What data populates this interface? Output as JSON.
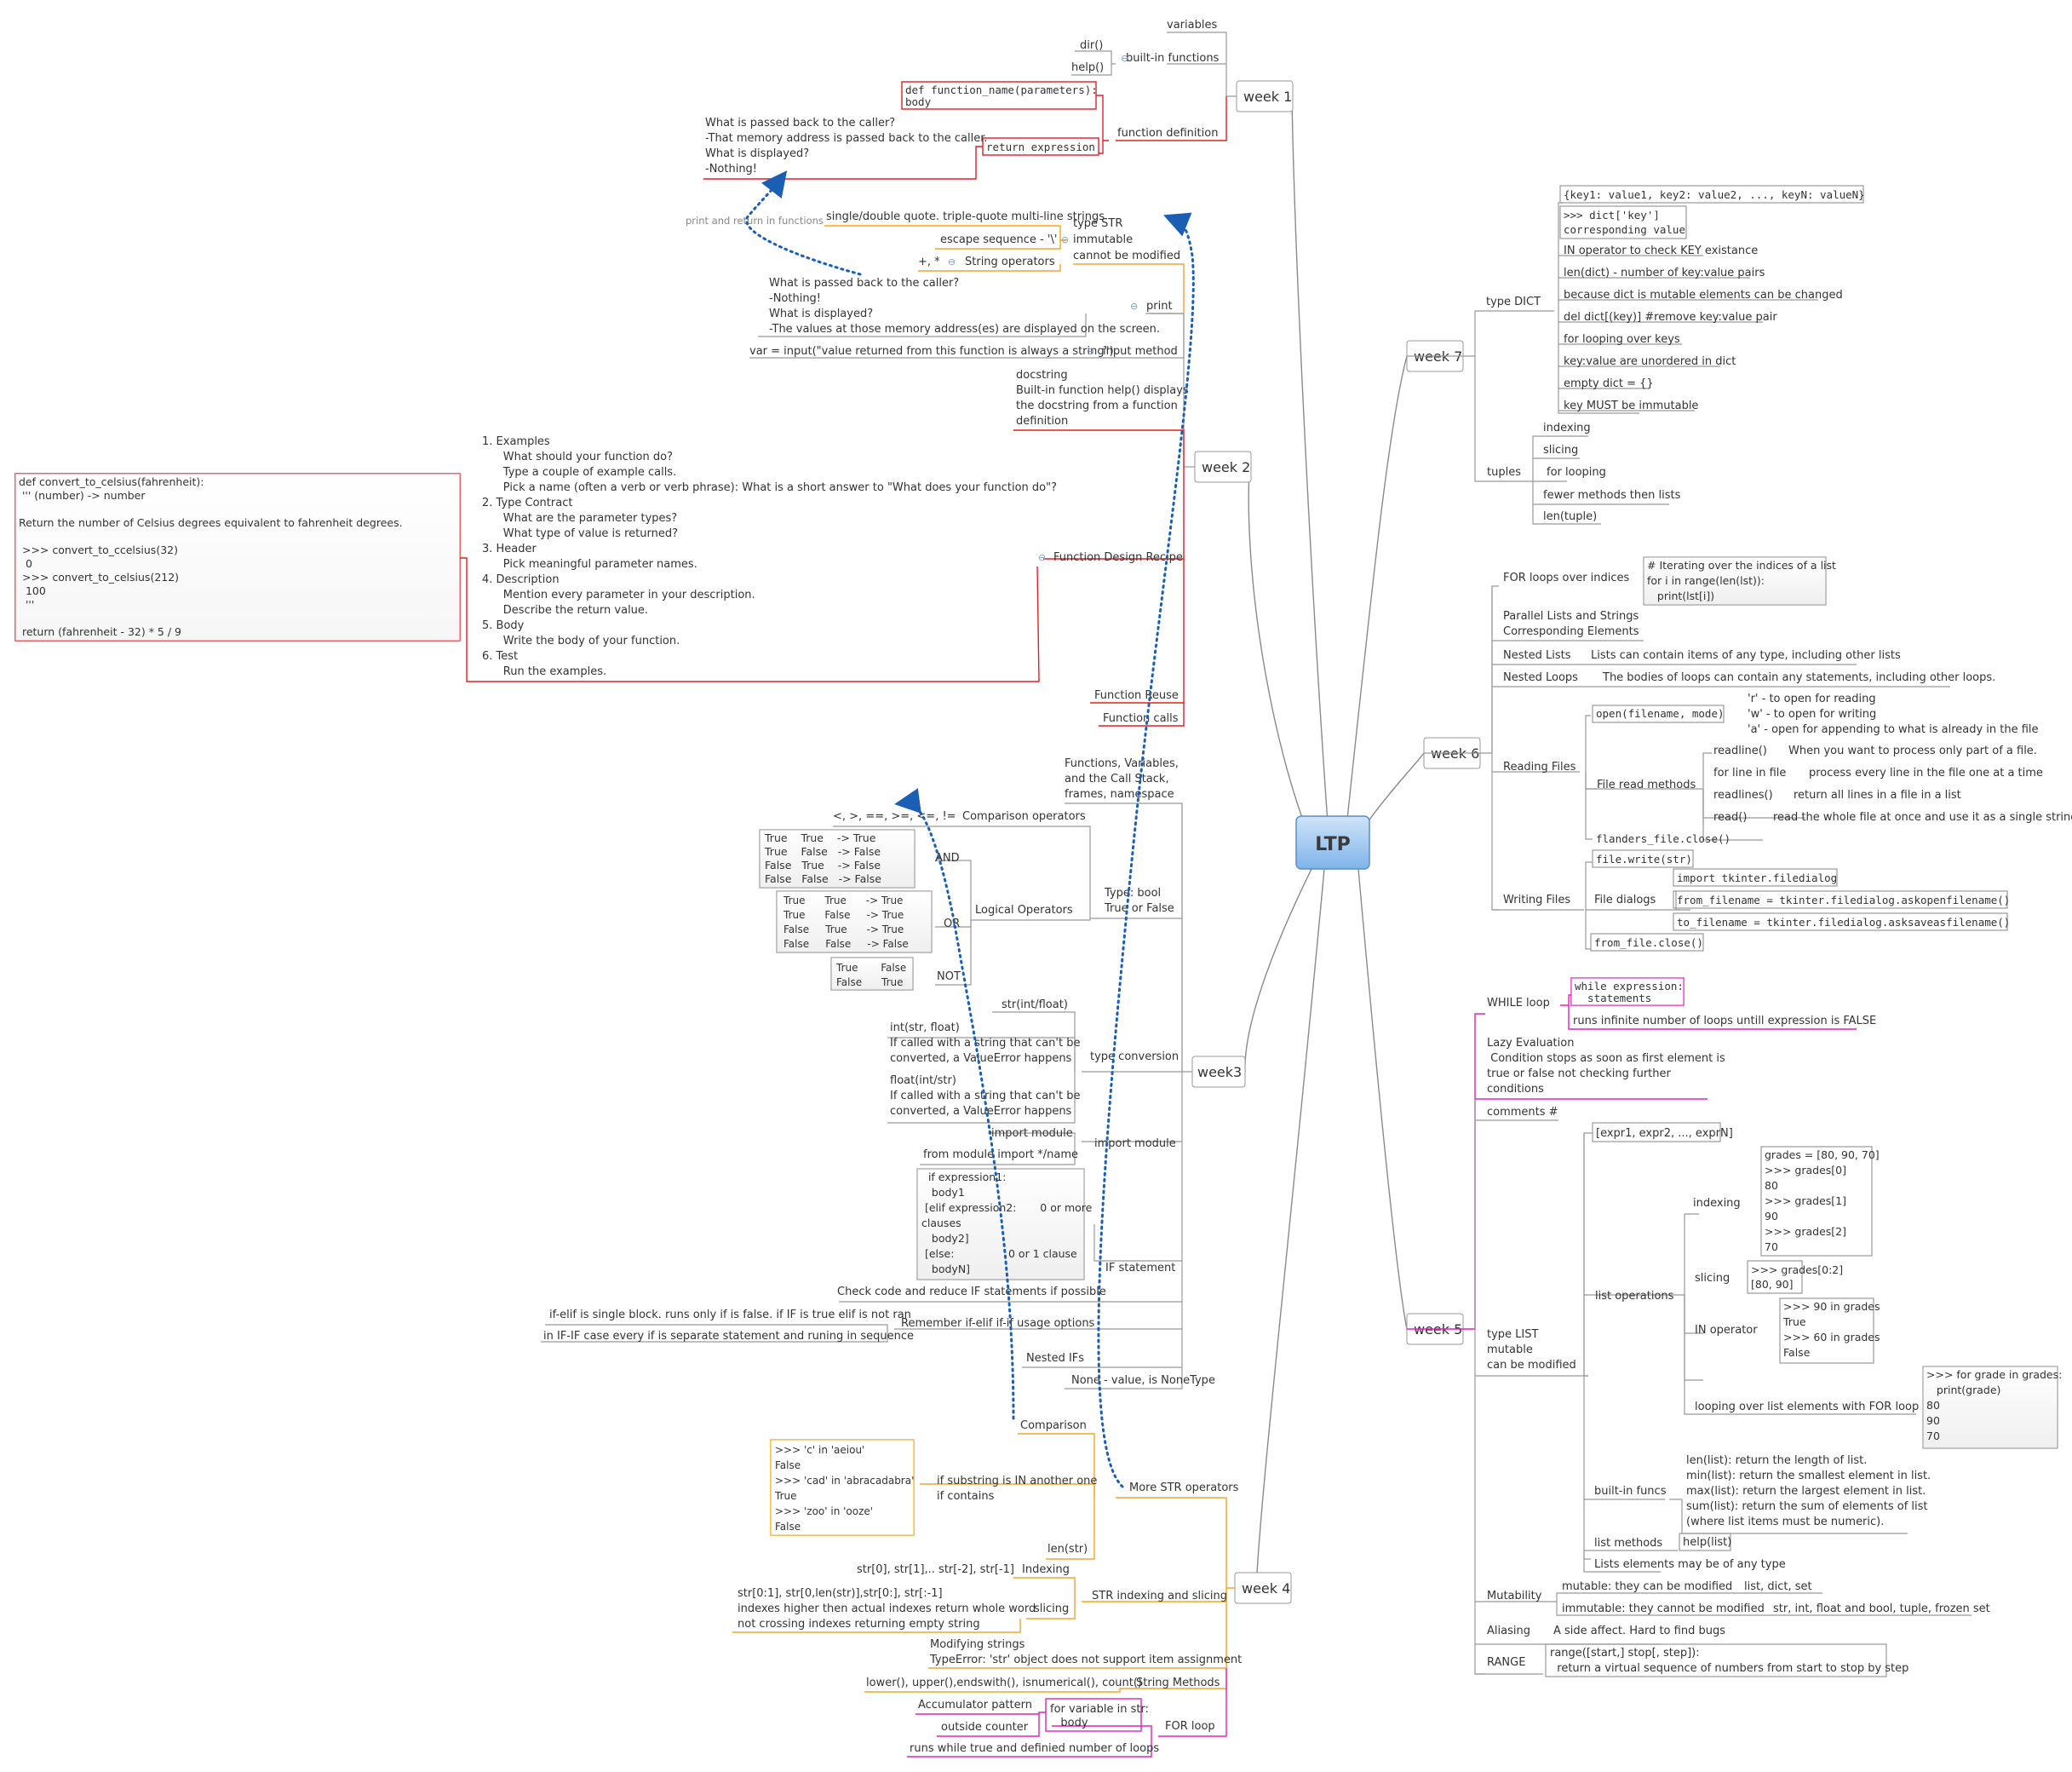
{
  "center": {
    "label": "LTP"
  },
  "weeks": [
    {
      "id": "week-1",
      "label": "week 1"
    },
    {
      "id": "week-2",
      "label": "week 2"
    },
    {
      "id": "week-3",
      "label": "week3"
    },
    {
      "id": "week-4",
      "label": "week 4"
    },
    {
      "id": "week-5",
      "label": "week 5"
    },
    {
      "id": "week-6",
      "label": "week 6"
    },
    {
      "id": "week-7",
      "label": "week 7"
    }
  ],
  "colors": {
    "week1": "#e02020",
    "week2": "#e02020",
    "week3": "#777777",
    "week4": "#f5a623",
    "week5": "#e020c0",
    "week6": "#777777",
    "week7": "#777777",
    "arrow": "#1a5fb4",
    "center_fill": "#9cc8f2"
  },
  "nodes": {
    "w1": {
      "variables": "variables",
      "builtins": "built-in functions",
      "dir": "dir()",
      "help": "help()",
      "funcdef": "function definition",
      "def_code": [
        "def function_name(parameters):",
        "  body"
      ],
      "return_expr": "return expression",
      "return_q": [
        "What is passed back to the caller?",
        "-That memory address is passed back to the caller.",
        "What is displayed?",
        "-Nothing!"
      ],
      "arrow_label": "print and return in functions"
    },
    "w2": {
      "type_str": [
        "type STR",
        "immutable",
        "cannot be modified"
      ],
      "quotes": "single/double quote. triple-quote multi-line strings",
      "escape": "escape sequence - '\\'",
      "str_ops": "String operators",
      "plus": "+, *",
      "print_q": [
        "What is passed back to the caller?",
        "-Nothing!",
        "What is displayed?",
        "-The values at those memory address(es) are displayed on the screen."
      ],
      "print": "print",
      "input_ex": "var = input(\"value returned from this function is always a string\")",
      "input_method": "input method",
      "docstring": [
        "docstring",
        "Built-in function help() displays",
        " the docstring from a function",
        "definition"
      ],
      "recipe_steps": [
        "1. Examples",
        "      What should your function do?",
        "      Type a couple of example calls.",
        "      Pick a name (often a verb or verb phrase): What is a short answer to \"What does your function do\"?",
        "2. Type Contract",
        "      What are the parameter types?",
        "      What type of value is returned?",
        "3. Header",
        "      Pick meaningful parameter names.",
        "4. Description",
        "      Mention every parameter in your description.",
        "      Describe the return value.",
        "5. Body",
        "      Write the body of your function.",
        "6. Test",
        "      Run the examples."
      ],
      "recipe": "Function Design Recipe",
      "celsius_code": [
        "def convert_to_celsius(fahrenheit):",
        " ''' (number) -> number",
        "",
        "Return the number of Celsius degrees equivalent to fahrenheit degrees.",
        "",
        " >>> convert_to_ccelsius(32)",
        "  0",
        " >>> convert_to_celsius(212)",
        "  100",
        "  '''",
        "",
        " return (fahrenheit - 32) * 5 / 9"
      ],
      "reuse": "Function Reuse",
      "calls": "Function calls"
    },
    "w3": {
      "functions_vars": [
        "Functions, Variables,",
        "and the Call Stack,",
        "frames, namespace"
      ],
      "cmp_ops_sym": "<, >, ==, >=, <=, !=",
      "cmp_ops": "Comparison operators",
      "and_table": [
        "True    True    -> True",
        "True    False   -> False",
        "False   True    -> False",
        "False   False   -> False"
      ],
      "and": "AND",
      "or_table": [
        "True      True      -> True",
        "True      False     -> True",
        "False     True      -> True",
        "False     False     -> False"
      ],
      "or": "OR",
      "not_table": [
        "True       False",
        "False      True"
      ],
      "not": "NOT",
      "logical": "Logical Operators",
      "bool": [
        "Type: bool",
        "True or False"
      ],
      "str_int": "str(int/float)",
      "int_conv": [
        "int(str, float)",
        "If called with a string that can't be",
        "converted, a ValueError happens"
      ],
      "float_conv": [
        "float(int/str)",
        "If called with a string that can't be",
        "converted, a ValueError happens"
      ],
      "type_conversion": "type conversion",
      "import_module_1": "import module",
      "from_import": "from module import */name",
      "import_module": "import module",
      "if_block": [
        "  if expression1:",
        "   body1",
        " [elif expression2:       0 or more",
        "clauses",
        "   body2]",
        " [else:                0 or 1 clause",
        "   bodyN]"
      ],
      "if_statement": "IF statement",
      "check_code": "Check code and reduce IF statements if possible",
      "elif_single": "if-elif is single block. runs only if is false. if IF is true elif is not ran",
      "if_if": "in IF-IF case every if is separate statement and runing in sequence",
      "remember": "Remember if-elif if-if usage options",
      "nested": "Nested IFs",
      "none": "None - value, is NoneType"
    },
    "w4": {
      "comparison": "Comparison",
      "in_examples": [
        ">>> 'c' in 'aeiou'",
        "False",
        ">>> 'cad' in 'abracadabra'",
        "True",
        ">>> 'zoo' in 'ooze'",
        "False"
      ],
      "substring": [
        "if substring is IN another one",
        "if contains"
      ],
      "more_str": "More STR operators",
      "len": "len(str)",
      "index_ex": "str[0], str[1],.. str[-2], str[-1]",
      "indexing": "Indexing",
      "slicing_ex": [
        "str[0:1], str[0,len(str)],str[0:], str[:-1]",
        "indexes higher then actual indexes return whole word",
        "not crossing indexes returning empty string"
      ],
      "slicing": "slicing",
      "str_indexing": "STR indexing and slicing",
      "modifying": [
        "Modifying strings",
        "TypeError: 'str' object does not support item assignment"
      ],
      "methods_ex": "lower(), upper(),endswith(), isnumerical(), count()",
      "string_methods": "String Methods",
      "accumulator": "Accumulator pattern",
      "outside": "outside counter",
      "for_var": [
        "for variable in str:",
        "   body"
      ],
      "runs_while": "runs while true and definied number of loops",
      "for_loop": "FOR loop"
    },
    "w5": {
      "while_loop": "WHILE loop",
      "while_code": [
        "while expression:",
        "  statements"
      ],
      "infinite": "runs infinite number of loops untill expression is FALSE",
      "lazy": [
        "Lazy Evaluation",
        " Condition stops as soon as first element is",
        "true or false not checking further",
        "conditions"
      ],
      "comments": "comments #",
      "type_list": [
        "type LIST",
        "mutable",
        "can be modified"
      ],
      "list_literal": "[expr1, expr2, ..., exprN]",
      "list_ops": "list operations",
      "indexing": "indexing",
      "grades": [
        "grades = [80, 90, 70]",
        ">>> grades[0]",
        "80",
        ">>> grades[1]",
        "90",
        ">>> grades[2]",
        "70"
      ],
      "slicing": "slicing",
      "slice_ex": [
        ">>> grades[0:2]",
        "[80, 90]"
      ],
      "in_operator": "IN operator",
      "in_ex": [
        ">>> 90 in grades",
        "True",
        ">>> 60 in grades",
        "False"
      ],
      "loop_label": "looping over list elements with FOR loop",
      "loop_ex": [
        ">>> for grade in grades:",
        "   print(grade)",
        "80",
        "90",
        "70"
      ],
      "builtin_funcs": "built-in funcs",
      "funcs_ex": [
        "len(list): return the length of list.",
        "min(list): return the smallest element in list.",
        "max(list): return the largest element in list.",
        "sum(list): return the sum of elements of list",
        "(where list items must be numeric)."
      ],
      "list_methods": "list methods",
      "help_list": "help(list)",
      "any_type": "Lists elements may be of any type",
      "mutability": "Mutability",
      "mutable": "mutable: they can be modified",
      "mutable_ex": "list, dict, set",
      "immutable": "immutable: they cannot be modified",
      "immutable_ex": "str, int, float and bool, tuple, frozen set",
      "aliasing": "Aliasing",
      "alias_desc": "A side affect. Hard to find bugs",
      "range": "RANGE",
      "range_desc": [
        "range([start,] stop[, step]):",
        "  return a virtual sequence of numbers from start to stop by step"
      ]
    },
    "w6": {
      "for_indices": "FOR loops over indices",
      "for_indices_ex": [
        "# Iterating over the indices of a list",
        "for i in range(len(lst)):",
        "   print(lst[i])"
      ],
      "parallel": [
        "Parallel Lists and Strings",
        "Corresponding Elements"
      ],
      "nested_lists": "Nested Lists",
      "nested_lists_desc": "Lists can contain items of any type, including other lists",
      "nested_loops": "Nested Loops",
      "nested_loops_desc": "The bodies of loops can contain any statements, including other loops.",
      "reading": "Reading Files",
      "open": "open(filename, mode)",
      "modes": [
        "'r' - to open for reading",
        "'w' - to open for writing",
        "'a' - open for appending to what is already in the file"
      ],
      "read_methods": "File read methods",
      "readline": "readline()",
      "readline_d": "When you want to process only part of a file.",
      "forline": "for line in file",
      "forline_d": "process every line in the file one at a time",
      "readlines": "readlines()",
      "readlines_d": "return all lines in a file in a list",
      "read": "read()",
      "read_d": "read the whole file at once and use it as a single string",
      "close": "flanders_file.close()",
      "writing": "Writing Files",
      "write": "file.write(str)",
      "dialogs": "File dialogs",
      "import_tk": "import tkinter.filedialog",
      "askopen": "from_filename = tkinter.filedialog.askopenfilename()",
      "asksave": "to_filename = tkinter.filedialog.asksaveasfilename()",
      "from_close": "from_file.close()"
    },
    "w7": {
      "type_dict": "type DICT",
      "dict_literal": "{key1: value1, key2: value2, ..., keyN: valueN}",
      "dict_get": [
        ">>> dict['key']",
        "corresponding value"
      ],
      "in_key": "IN operator to check KEY existance",
      "len_dict": "len(dict) - number of key:value pairs",
      "mutable": "because dict is mutable elements can be changed",
      "del": "del dict[(key)] #remove key:value pair",
      "for_keys": "for looping over keys",
      "unordered": "key:value are unordered in dict",
      "empty": "empty dict = {}",
      "immutable_key": "key MUST be immutable",
      "tuples": "tuples",
      "t_indexing": "indexing",
      "t_slicing": "slicing",
      "t_for": "for looping",
      "t_fewer": "fewer methods then lists",
      "t_len": "len(tuple)"
    }
  }
}
